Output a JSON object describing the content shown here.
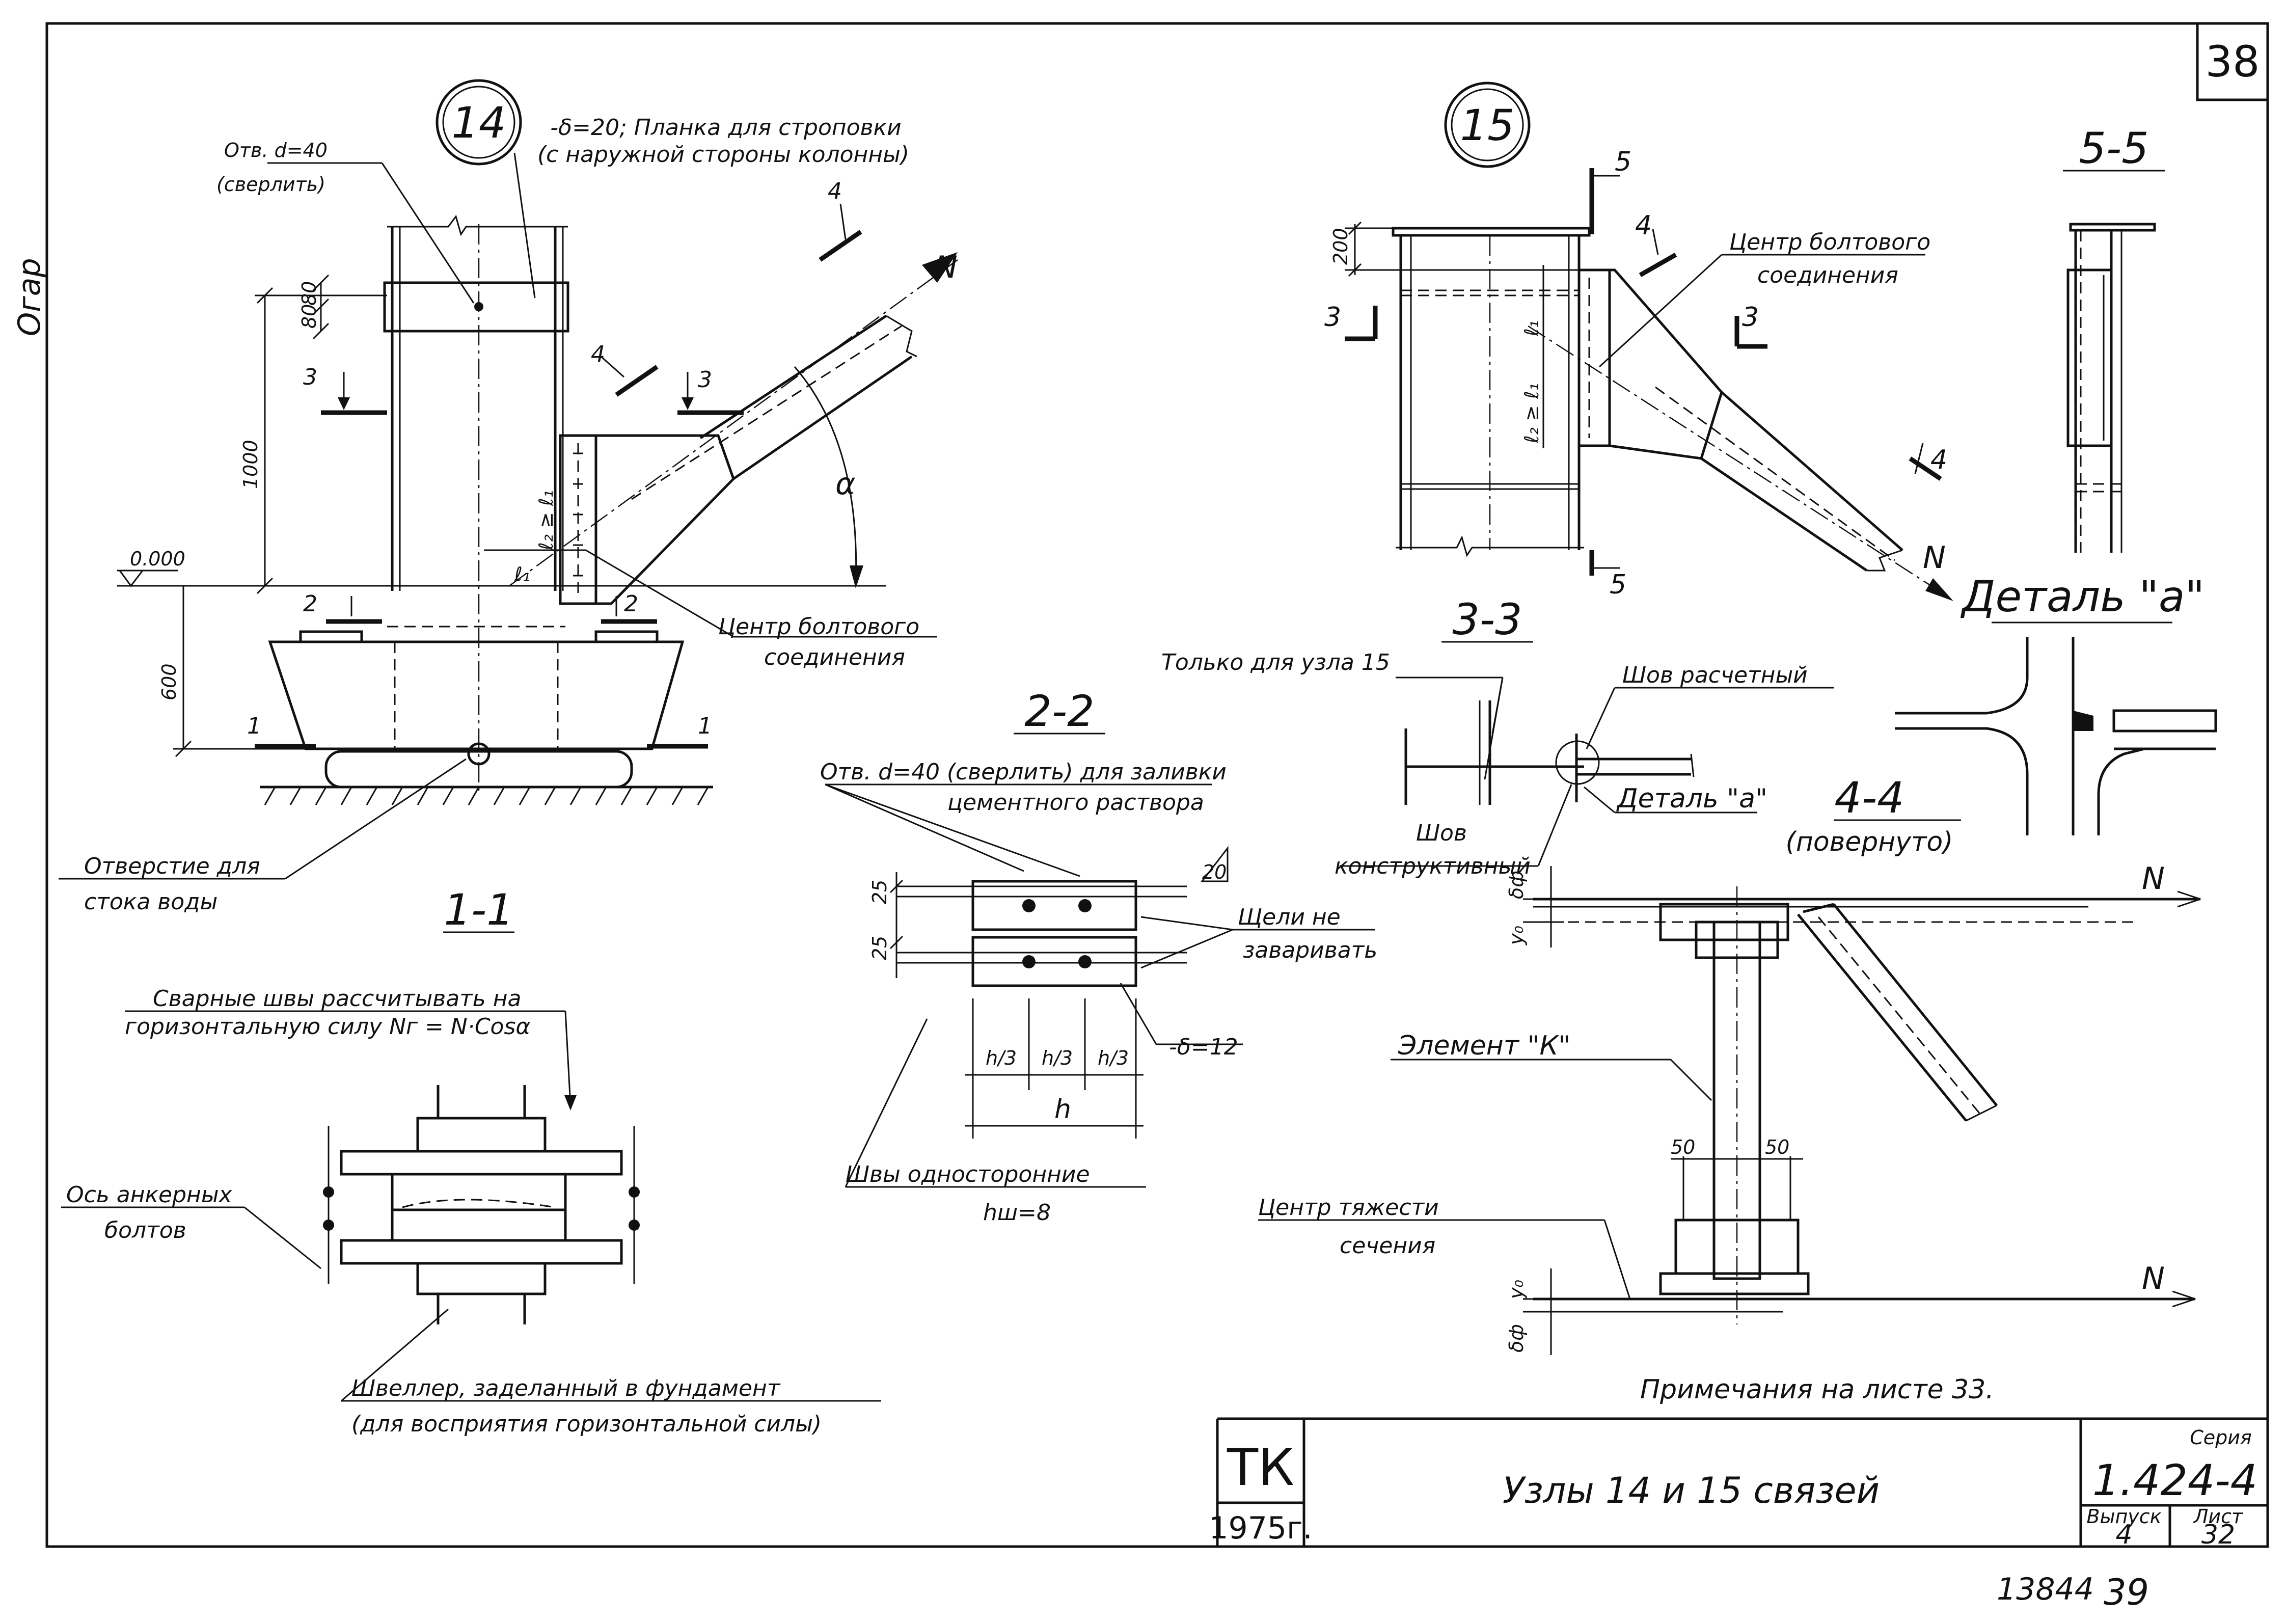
{
  "sheet_number": "38",
  "labels": {
    "node14": "14",
    "node15": "15",
    "hole_note_14": "Отв. d=40",
    "hole_note_14_2": "(сверлить)",
    "plate_note_1": "-δ=20; Планка для строповки",
    "plate_note_2": "(с наружной стороны колонны)",
    "bolt_center_14": "Центр болтового",
    "bolt_center_14_2": "соединения",
    "water_hole_1": "Отверстие для",
    "water_hole_2": "стока воды",
    "level_mark": "0.000",
    "dim_1000": "1000",
    "dim_600": "600",
    "dim_80a": "80",
    "dim_80b": "80",
    "dim_200": "200",
    "l2_l1": "ℓ₂ ≥ ℓ₁",
    "l1": "ℓ₁",
    "alpha": "α",
    "N_force": "N",
    "cut_1": "1",
    "cut_2": "2",
    "cut_3": "3",
    "cut_4": "4",
    "cut_5": "5",
    "section_1_1": "1-1",
    "welds_note_1": "Сварные швы рассчитывать на",
    "welds_note_2": "горизонтальную силу Nг = N·Cosα",
    "anchor_axis_1": "Ось анкерных",
    "anchor_axis_2": "болтов",
    "channel_note_1": "Швеллер, заделанный в фундамент",
    "channel_note_2": "(для восприятия горизонтальной силы)",
    "section_2_2": "2-2",
    "hole_22_1": "Отв. d=40 (сверлить) для заливки",
    "hole_22_2": "цементного раствора",
    "dim_25a": "25",
    "dim_25b": "25",
    "dim_20": "20",
    "slots_1": "Щели не",
    "slots_2": "заваривать",
    "plate_12": "-δ=12",
    "h3": "h/3",
    "h": "h",
    "welds_one_side": "Швы односторонние",
    "hw8": "hш=8",
    "bolt_center_15": "Центр болтового",
    "bolt_center_15_2": "соединения",
    "section_3_3": "3-3",
    "only_node15": "Только для узла 15",
    "weld_design": "Шов расчетный",
    "detail_a_ref": "Деталь \"а\"",
    "weld_constr_1": "Шов",
    "weld_constr_2": "конструктивный",
    "section_5_5": "5-5",
    "detail_a": "Деталь \"а\"",
    "section_4_4": "4-4",
    "rotated": "(повернуто)",
    "element_k": "Элемент \"К\"",
    "gravity_1": "Центр тяжести",
    "gravity_2": "сечения",
    "dim_50a": "50",
    "dim_50b": "50",
    "delta_f": "δф",
    "y0": "y₀",
    "notes": "Примечания на листе 33.",
    "signature": "Огар"
  },
  "title_block": {
    "tk": "ТК",
    "year": "1975г.",
    "title": "Узлы 14 и 15 связей",
    "series_label": "Серия",
    "series": "1.424-4",
    "issue_label": "Выпуск",
    "sheet_label": "Лист",
    "issue": "4",
    "sheet": "32"
  },
  "footer": {
    "inv_number": "13844",
    "page_number": "39"
  }
}
